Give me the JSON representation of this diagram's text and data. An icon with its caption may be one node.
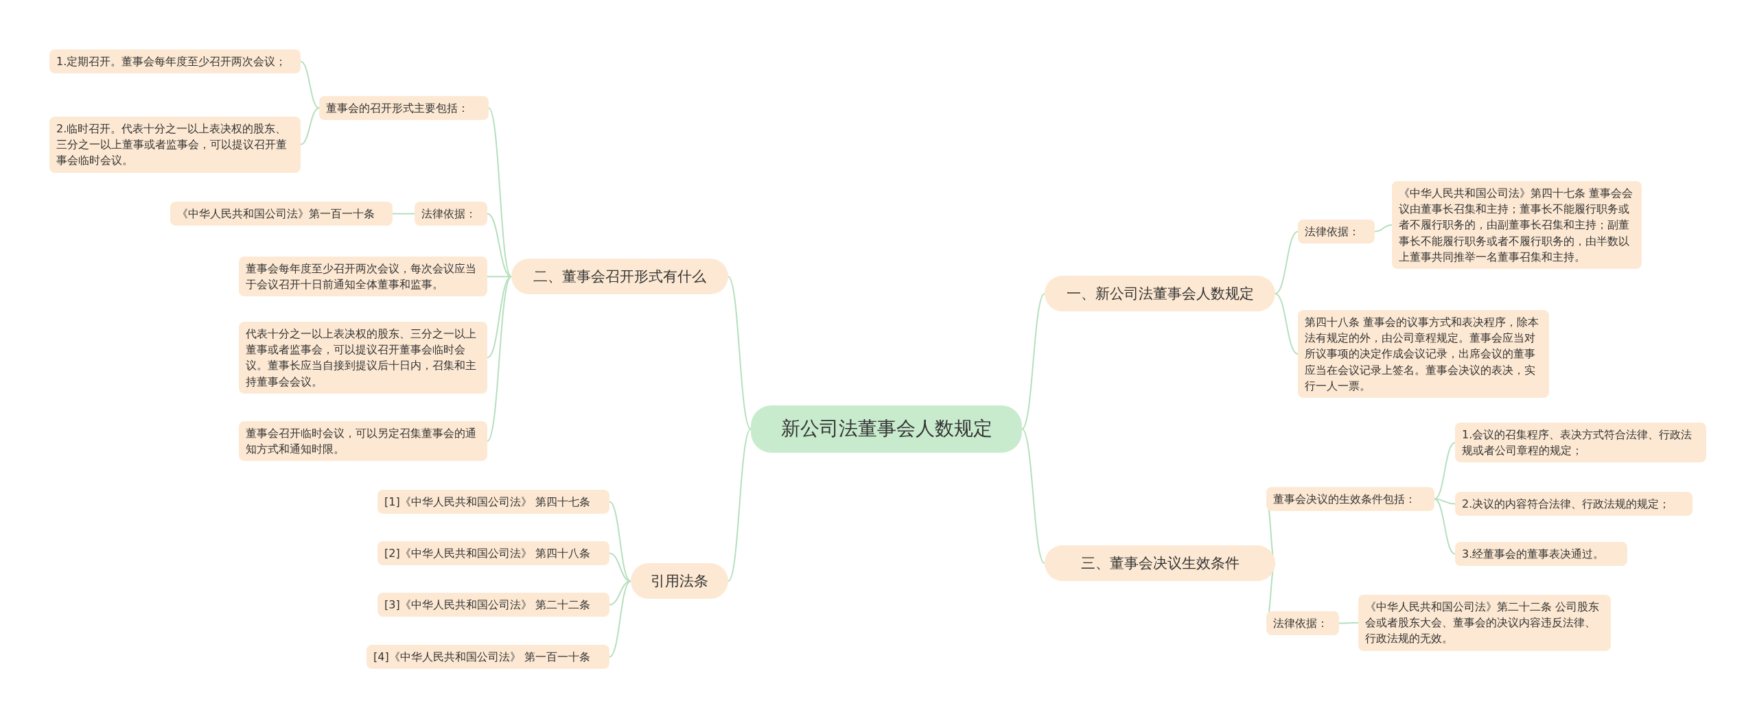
{
  "diagram": {
    "nodes": [
      {
        "text": [
          "新公司法董事会人数规定"
        ]
      },
      {
        "text": [
          "一、新公司法董事会人数规定"
        ]
      },
      {
        "text": [
          "法律依据："
        ]
      },
      {
        "text": [
          "《中华人民共和国公司法》第四十七条 董事会会议由董事长召集和主持；董事长不能履行职务或者不履行职务的，由副董事长召集和主持；副董事长不能履行职务或者不履行职务的，由半数以上董事共同推举一名董事召集和主持。"
        ]
      },
      {
        "text": [
          "第四十八条 董事会的议事方式和表决程序，除本法有规定的外，由公司章程规定。董事会应当对所议事项的决定作成会议记录，出席会议的董事应当在会议记录上签名。董事会决议的表决，实行一人一票。"
        ]
      },
      {
        "text": [
          "二、董事会召开形式有什么"
        ]
      },
      {
        "text": [
          "董事会的召开形式主要包括："
        ]
      },
      {
        "text": [
          "1.定期召开。董事会每年度至少召开两次会议；"
        ]
      },
      {
        "text": [
          "2.临时召开。代表十分之一以上表决权的股东、三分之一以上董事或者监事会，可以提议召开董事会临时会议。"
        ]
      },
      {
        "text": [
          "法律依据："
        ]
      },
      {
        "text": [
          "《中华人民共和国公司法》第一百一十条"
        ]
      },
      {
        "text": [
          "董事会每年度至少召开两次会议，每次会议应当于会议召开十日前通知全体董事和监事。"
        ]
      },
      {
        "text": [
          "代表十分之一以上表决权的股东、三分之一以上董事或者监事会，可以提议召开董事会临时会议。董事长应当自接到提议后十日内，召集和主持董事会会议。"
        ]
      },
      {
        "text": [
          "董事会召开临时会议，可以另定召集董事会的通知方式和通知时限。"
        ]
      },
      {
        "text": [
          "三、董事会决议生效条件"
        ]
      },
      {
        "text": [
          "董事会决议的生效条件包括："
        ]
      },
      {
        "text": [
          "1.会议的召集程序、表决方式符合法律、行政法规或者公司章程的规定；"
        ]
      },
      {
        "text": [
          "2.决议的内容符合法律、行政法规的规定；"
        ]
      },
      {
        "text": [
          "3.经董事会的董事表决通过。"
        ]
      },
      {
        "text": [
          "法律依据："
        ]
      },
      {
        "text": [
          "《中华人民共和国公司法》第二十二条 公司股东会或者股东大会、董事会的决议内容违反法律、行政法规的无效。"
        ]
      },
      {
        "text": [
          "引用法条"
        ]
      },
      {
        "text": [
          "[1]《中华人民共和国公司法》 第四十七条"
        ]
      },
      {
        "text": [
          "[2]《中华人民共和国公司法》 第四十八条"
        ]
      },
      {
        "text": [
          "[3]《中华人民共和国公司法》 第二十二条"
        ]
      },
      {
        "text": [
          "[4]《中华人民共和国公司法》 第一百一十条"
        ]
      }
    ],
    "edges": [
      {
        "from": 0,
        "to": 1,
        "arrow": "none"
      },
      {
        "from": 1,
        "to": 2,
        "arrow": "none"
      },
      {
        "from": 2,
        "to": 3,
        "arrow": "none"
      },
      {
        "from": 1,
        "to": 4,
        "arrow": "none"
      },
      {
        "from": 0,
        "to": 5,
        "arrow": "none"
      },
      {
        "from": 5,
        "to": 6,
        "arrow": "none"
      },
      {
        "from": 6,
        "to": 7,
        "arrow": "none"
      },
      {
        "from": 6,
        "to": 8,
        "arrow": "none"
      },
      {
        "from": 5,
        "to": 9,
        "arrow": "none"
      },
      {
        "from": 9,
        "to": 10,
        "arrow": "none"
      },
      {
        "from": 5,
        "to": 11,
        "arrow": "none"
      },
      {
        "from": 5,
        "to": 12,
        "arrow": "none"
      },
      {
        "from": 5,
        "to": 13,
        "arrow": "none"
      },
      {
        "from": 0,
        "to": 14,
        "arrow": "none"
      },
      {
        "from": 14,
        "to": 15,
        "arrow": "none"
      },
      {
        "from": 15,
        "to": 16,
        "arrow": "none"
      },
      {
        "from": 15,
        "to": 17,
        "arrow": "none"
      },
      {
        "from": 15,
        "to": 18,
        "arrow": "none"
      },
      {
        "from": 14,
        "to": 19,
        "arrow": "none"
      },
      {
        "from": 19,
        "to": 20,
        "arrow": "none"
      },
      {
        "from": 0,
        "to": 21,
        "arrow": "none"
      },
      {
        "from": 21,
        "to": 22,
        "arrow": "none"
      },
      {
        "from": 21,
        "to": 23,
        "arrow": "none"
      },
      {
        "from": 21,
        "to": 24,
        "arrow": "none"
      },
      {
        "from": 21,
        "to": 25,
        "arrow": "none"
      }
    ]
  }
}
